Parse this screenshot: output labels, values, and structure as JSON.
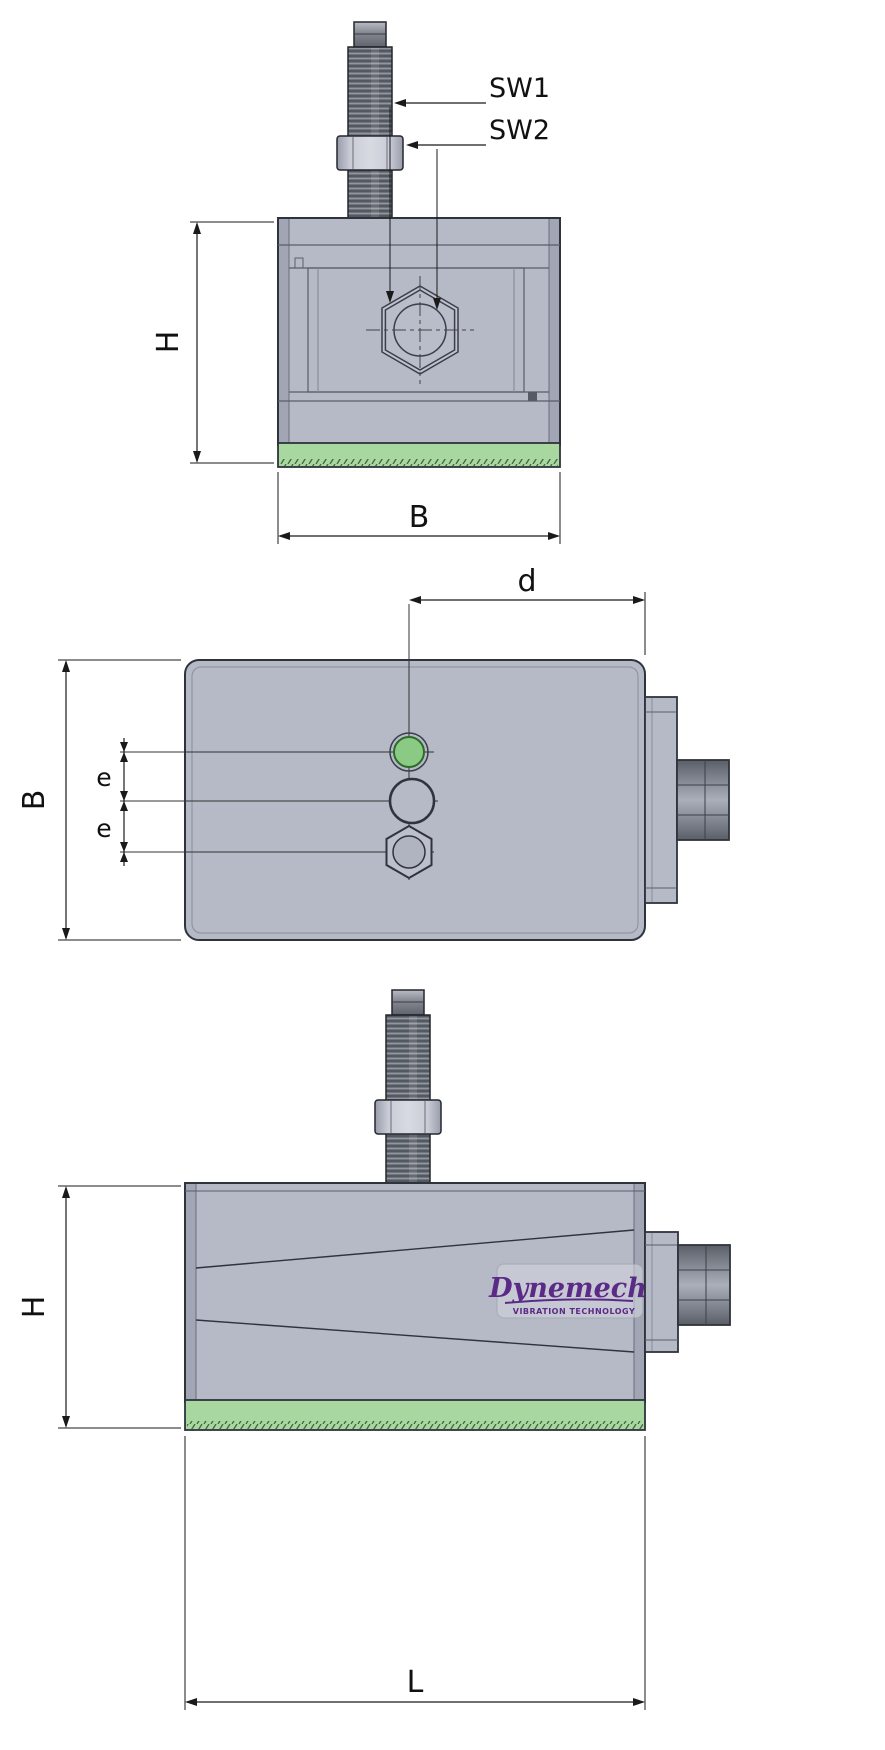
{
  "drawing": {
    "type": "technical-drawing",
    "views": {
      "front": {
        "dim_height": "H",
        "dim_width": "B",
        "dim_spanner1": "SW1",
        "dim_spanner2": "SW2"
      },
      "plan": {
        "dim_width": "B",
        "dim_d": "d",
        "dim_e1": "e",
        "dim_e2": "e"
      },
      "side": {
        "dim_height": "H",
        "dim_length": "L",
        "logo_brand": "Dynemech",
        "logo_tagline": "VIBRATION TECHNOLOGY"
      }
    },
    "colors": {
      "body": "#b6b9c6",
      "body_edge": "#a2a6b4",
      "outline": "#2f333c",
      "pad_green": "#a8d8a0",
      "hole_green": "#8bca84",
      "logo_purple": "#5b2a87"
    }
  }
}
